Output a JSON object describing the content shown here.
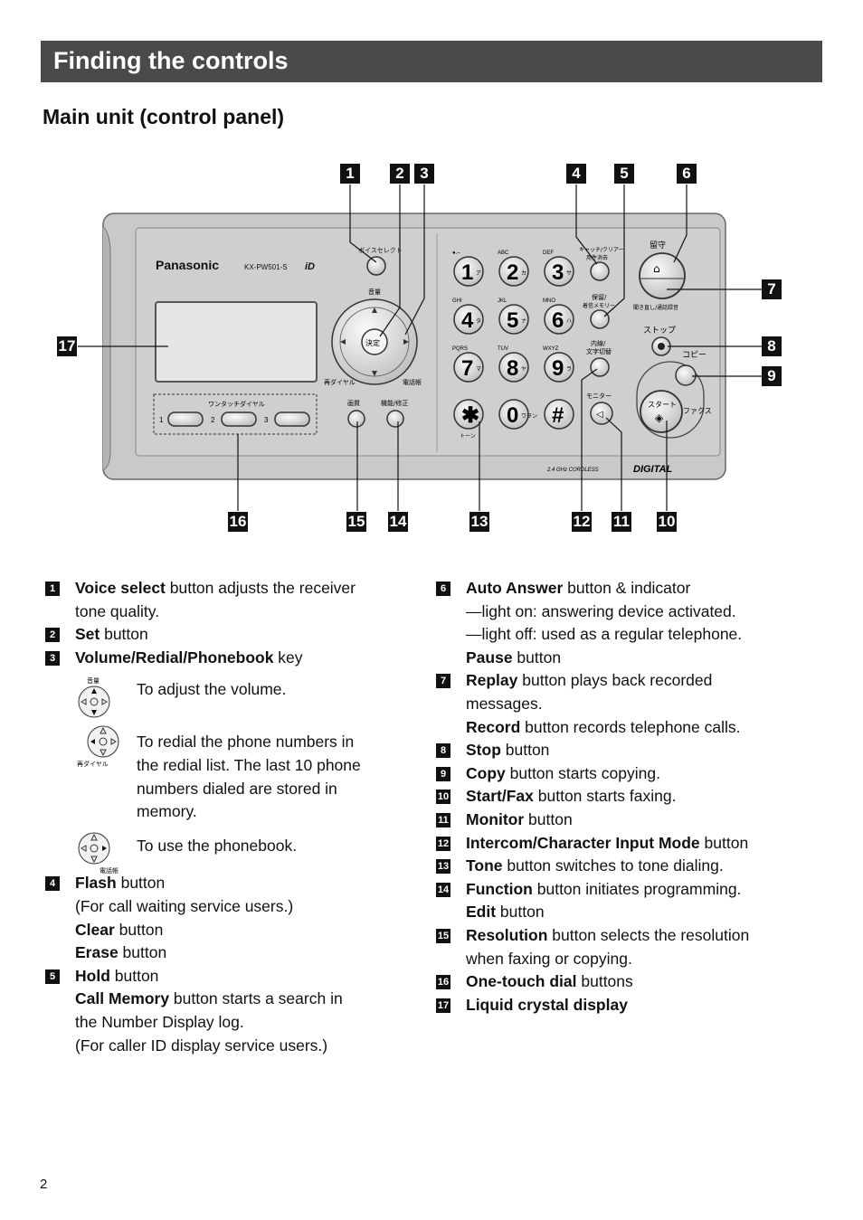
{
  "header": {
    "title": "Finding the controls"
  },
  "section": {
    "title": "Main unit (control panel)"
  },
  "page_number": "2",
  "callouts": [
    "1",
    "2",
    "3",
    "4",
    "5",
    "6",
    "7",
    "8",
    "9",
    "10",
    "11",
    "12",
    "13",
    "14",
    "15",
    "16",
    "17"
  ],
  "device": {
    "brand": "Panasonic",
    "model": "KX-PW501-S",
    "voice_select_label": "ボイスセレクト",
    "volume_label": "音量",
    "set_label": "決定",
    "redial_label": "再ダイヤル",
    "phonebook_label": "電話帳",
    "one_touch_label": "ワンタッチダイヤル",
    "one_touch_keys": [
      "1",
      "2",
      "3"
    ],
    "resolution_label": "画質",
    "function_label": "機能/修正",
    "flash_label": "キャッチ/クリアー",
    "flash_label2": "用件消去",
    "hold_label": "保留/",
    "hold_label2": "着信メモリー",
    "intercom_label": "内線/",
    "intercom_label2": "文字切替",
    "monitor_label": "モニター",
    "answer_label": "留守",
    "replay_label": "聞き直し/通話録音",
    "stop_label": "ストップ",
    "copy_label": "コピー",
    "start_label": "スタート",
    "fax_label": "ファクス",
    "tone_label": "トーン",
    "footer_label": "2.4 GHz CORDLESS",
    "footer_brand": "DIGITAL",
    "keys": [
      {
        "digit": "1",
        "letters": "●.–",
        "kana": "ア"
      },
      {
        "digit": "2",
        "letters": "ABC",
        "kana": "カ"
      },
      {
        "digit": "3",
        "letters": "DEF",
        "kana": "サ"
      },
      {
        "digit": "4",
        "letters": "GHI",
        "kana": "タ"
      },
      {
        "digit": "5",
        "letters": "JKL",
        "kana": "ナ"
      },
      {
        "digit": "6",
        "letters": "MNO",
        "kana": "ハ"
      },
      {
        "digit": "7",
        "letters": "PQRS",
        "kana": "マ"
      },
      {
        "digit": "8",
        "letters": "TUV",
        "kana": "ヤ"
      },
      {
        "digit": "9",
        "letters": "WXYZ",
        "kana": "ラ"
      },
      {
        "digit": "✱",
        "letters": "",
        "kana": ""
      },
      {
        "digit": "0",
        "letters": "",
        "kana": "ワヲン"
      },
      {
        "digit": "#",
        "letters": "",
        "kana": ""
      }
    ]
  },
  "left_list": {
    "i1": {
      "num": "1",
      "bold": "Voice select",
      "rest": " button adjusts the receiver",
      "line2": "tone quality."
    },
    "i2": {
      "num": "2",
      "bold": "Set",
      "rest": " button"
    },
    "i3": {
      "num": "3",
      "bold": "Volume/Redial/Phonebook",
      "rest": " key"
    },
    "vol": {
      "cap": "音量",
      "text": "To adjust the volume."
    },
    "redial": {
      "cap": "再ダイヤル",
      "l1": "To redial the phone numbers in",
      "l2": "the redial list. The last 10 phone",
      "l3": "numbers dialed are stored in",
      "l4": "memory."
    },
    "pb": {
      "cap": "電話帳",
      "text": "To use the phonebook."
    },
    "i4": {
      "num": "4",
      "bold": "Flash",
      "rest": " button",
      "l2": "(For call waiting service users.)",
      "b3": "Clear",
      "r3": " button",
      "b4": "Erase",
      "r4": " button"
    },
    "i5": {
      "num": "5",
      "bold": "Hold",
      "rest": " button",
      "b2": "Call Memory",
      "r2": " button starts a search in",
      "l3": "the Number Display log.",
      "l4": "(For caller ID display service users.)"
    }
  },
  "right_list": {
    "i6": {
      "num": "6",
      "bold": "Auto Answer",
      "rest": " button & indicator",
      "l2": "—light on:  answering device activated.",
      "l3": "—light off:  used as a regular telephone.",
      "b4": "Pause",
      "r4": " button"
    },
    "i7": {
      "num": "7",
      "bold": "Replay",
      "rest": " button plays back recorded",
      "l2": "messages.",
      "b3": "Record",
      "r3": " button records telephone calls."
    },
    "i8": {
      "num": "8",
      "bold": "Stop",
      "rest": " button"
    },
    "i9": {
      "num": "9",
      "bold": "Copy",
      "rest": " button starts copying."
    },
    "i10": {
      "num": "10",
      "bold": "Start/Fax",
      "rest": " button starts faxing."
    },
    "i11": {
      "num": "11",
      "bold": "Monitor",
      "rest": " button"
    },
    "i12": {
      "num": "12",
      "bold": "Intercom/Character Input Mode",
      "rest": " button"
    },
    "i13": {
      "num": "13",
      "bold": "Tone",
      "rest": " button switches to tone dialing."
    },
    "i14": {
      "num": "14",
      "bold": "Function",
      "rest": " button initiates programming.",
      "b2": "Edit",
      "r2": " button"
    },
    "i15": {
      "num": "15",
      "bold": "Resolution",
      "rest": " button selects the resolution",
      "l2": "when faxing or copying."
    },
    "i16": {
      "num": "16",
      "bold": "One-touch dial",
      "rest": " buttons"
    },
    "i17": {
      "num": "17",
      "bold": "Liquid crystal display",
      "rest": ""
    }
  }
}
